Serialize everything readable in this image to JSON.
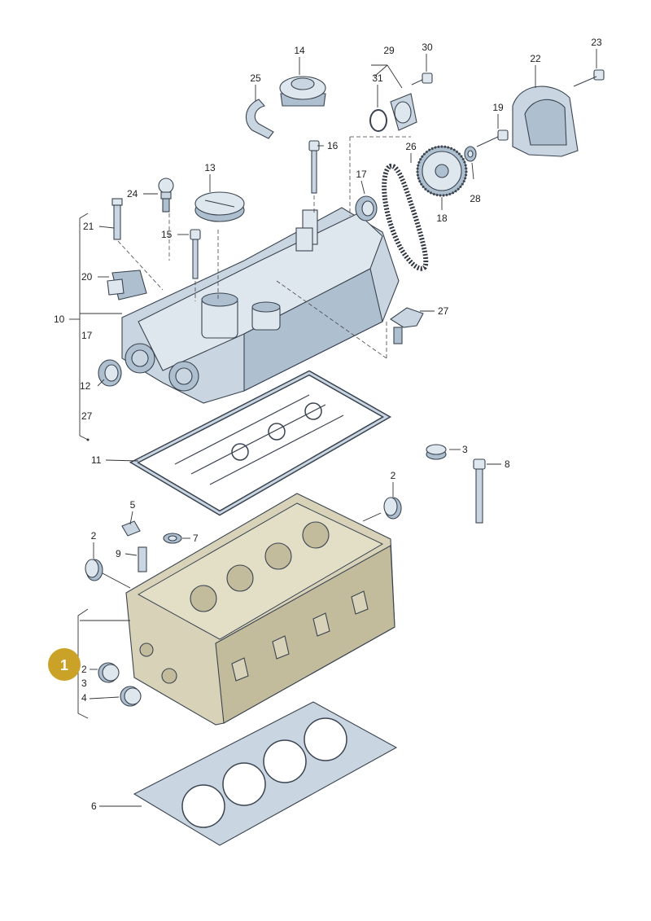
{
  "labels": {
    "l1": "1",
    "l2a": "2",
    "l2b": "2",
    "l2c": "2",
    "l3a": "3",
    "l3b": "3",
    "l4": "4",
    "l5": "5",
    "l6": "6",
    "l7": "7",
    "l8": "8",
    "l9": "9",
    "l10": "10",
    "l11": "11",
    "l12": "12",
    "l13": "13",
    "l14": "14",
    "l15": "15",
    "l16": "16",
    "l17a": "17",
    "l17b": "17",
    "l18": "18",
    "l19": "19",
    "l20": "20",
    "l21": "21",
    "l22": "22",
    "l23": "23",
    "l24": "24",
    "l25": "25",
    "l26": "26",
    "l27a": "27",
    "l27b": "27",
    "l28": "28",
    "l29": "29",
    "l30": "30",
    "l31": "31"
  },
  "colors": {
    "highlight_marker": "#c9a227",
    "cover_blue": "#c9d6e2",
    "head_gold": "#d8d2b8",
    "outline": "#3a4450"
  }
}
